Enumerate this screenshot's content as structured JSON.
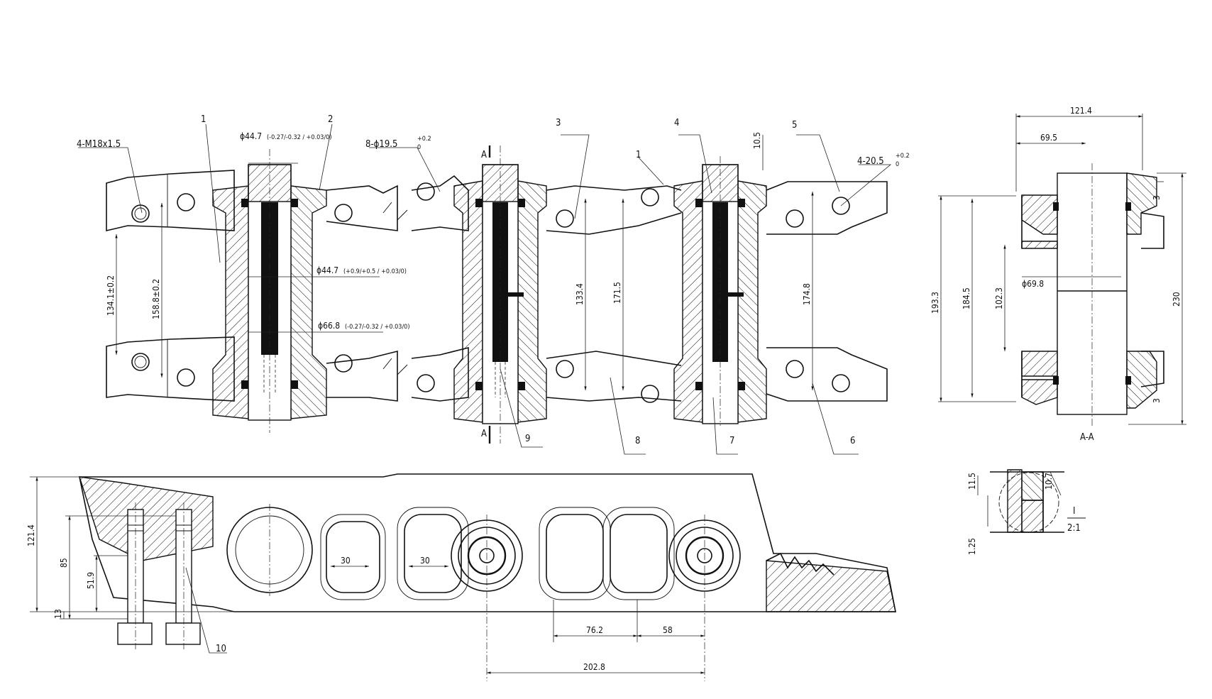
{
  "part_numbers": [
    "1",
    "2",
    "3",
    "4",
    "5",
    "6",
    "7",
    "8",
    "9",
    "10"
  ],
  "plan_view": {
    "thread_label": "4-M18x1.5",
    "bore_label": "8-ϕ19.5",
    "bore_tol": "+0.2",
    "bore_tol_low": "0",
    "slot_label": "4-20.5",
    "slot_tol": "+0.2",
    "slot_tol_low": "0",
    "dia_top": "ϕ44.7",
    "dia_top_tol": "(-0.27/-0.32 / +0.03/0)",
    "dia_mid": "ϕ44.7",
    "dia_mid_tol": "(+0.9/+0.5 / +0.03/0)",
    "dia_bottom": "ϕ66.8",
    "dia_bottom_tol": "(-0.27/-0.32 / +0.03/0)",
    "dim_134": "134.1±0.2",
    "dim_158": "158.8±0.2",
    "dim_133": "133.4",
    "dim_171": "171.5",
    "dim_174": "174.8",
    "dim_105": "10.5",
    "section_mark": "A",
    "minor_label": "1"
  },
  "section_view": {
    "dim_1214": "121.4",
    "dim_695": "69.5",
    "dim_1933": "193.3",
    "dim_1845": "184.5",
    "dim_1023": "102.3",
    "dia_698": "ϕ69.8",
    "dim_230": "230",
    "dim_3a": "3",
    "dim_3b": "3",
    "caption": "A-A"
  },
  "detail_view": {
    "dim_115": "11.5",
    "dim_107": "10.7",
    "dim_125": "1.25",
    "mark": "I",
    "scale": "2:1"
  },
  "side_view": {
    "dim_1214": "121.4",
    "dim_85": "85",
    "dim_519": "51.9",
    "dim_13": "13",
    "dim_30a": "30",
    "dim_30b": "30",
    "dim_762": "76.2",
    "dim_58": "58",
    "dim_2028": "202.8"
  }
}
